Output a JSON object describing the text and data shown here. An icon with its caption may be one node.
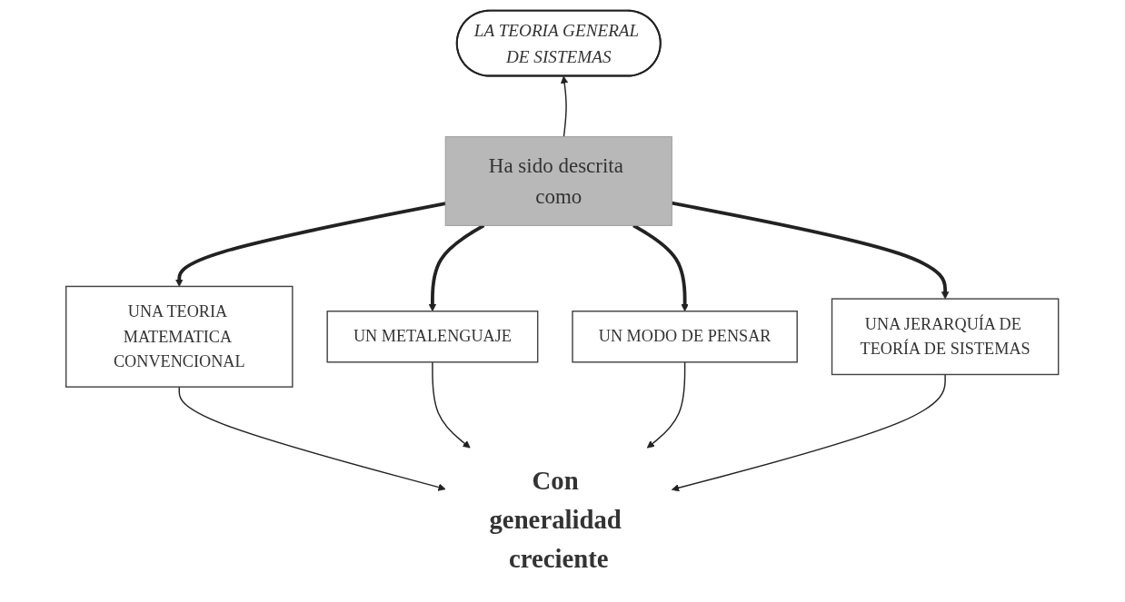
{
  "diagram": {
    "nodes": [
      {
        "text": [
          "LA TEORIA GENERAL DE SISTEMAS"
        ]
      },
      {
        "text": [
          "Ha sido descrita como"
        ]
      },
      {
        "text": [
          "UNA TEORIA MATEMATICA CONVENCIONAL"
        ]
      },
      {
        "text": [
          "UN METALENGUAJE"
        ]
      },
      {
        "text": [
          "UN MODO DE PENSAR"
        ]
      },
      {
        "text": [
          "UNA JERARQUÍA DE TEORÍA DE SISTEMAS"
        ]
      },
      {
        "text": [
          "Con generalidad creciente"
        ]
      }
    ],
    "edges": [
      {
        "from": 1,
        "to": 0,
        "arrow": "to"
      },
      {
        "from": 1,
        "to": 2,
        "arrow": "to",
        "style": "thick"
      },
      {
        "from": 1,
        "to": 3,
        "arrow": "to",
        "style": "thick"
      },
      {
        "from": 1,
        "to": 4,
        "arrow": "to",
        "style": "thick"
      },
      {
        "from": 1,
        "to": 5,
        "arrow": "to",
        "style": "thick"
      },
      {
        "from": 2,
        "to": 6,
        "arrow": "to"
      },
      {
        "from": 3,
        "to": 6,
        "arrow": "to"
      },
      {
        "from": 4,
        "to": 6,
        "arrow": "to"
      },
      {
        "from": 5,
        "to": 6,
        "arrow": "to"
      }
    ]
  }
}
